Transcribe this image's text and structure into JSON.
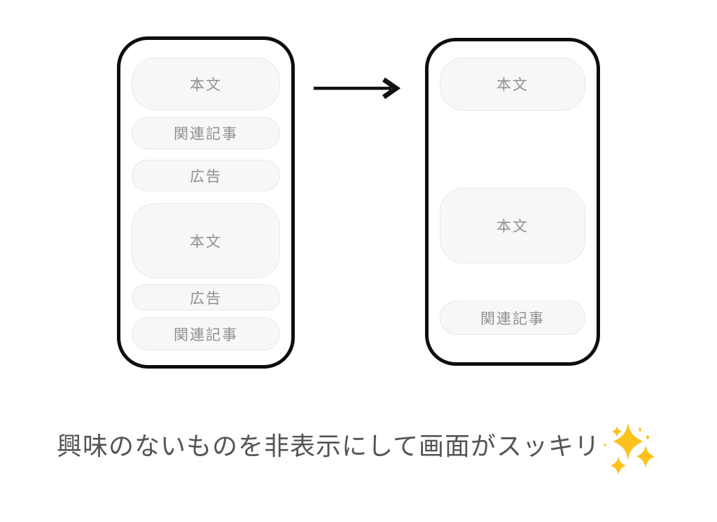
{
  "before_phone": {
    "blocks": [
      {
        "label": "本文"
      },
      {
        "label": "関連記事"
      },
      {
        "label": "広告"
      },
      {
        "label": "本文"
      },
      {
        "label": "広告"
      },
      {
        "label": "関連記事"
      }
    ]
  },
  "after_phone": {
    "blocks": [
      {
        "label": "本文"
      },
      {
        "label": "本文"
      },
      {
        "label": "関連記事"
      }
    ]
  },
  "arrow": {
    "icon": "right-arrow",
    "color": "#111111"
  },
  "caption": {
    "text": "興味のないものを非表示にして画面がスッキリ",
    "icon": "sparkles",
    "text_color": "#545454",
    "sparkle_color": "#FCC21B"
  },
  "colors": {
    "background": "#FFFFFF",
    "phone_border": "#0D0D0D",
    "block_background": "#F7F7F7",
    "block_border": "#E8E8E8",
    "block_label": "#8F8F8F"
  }
}
